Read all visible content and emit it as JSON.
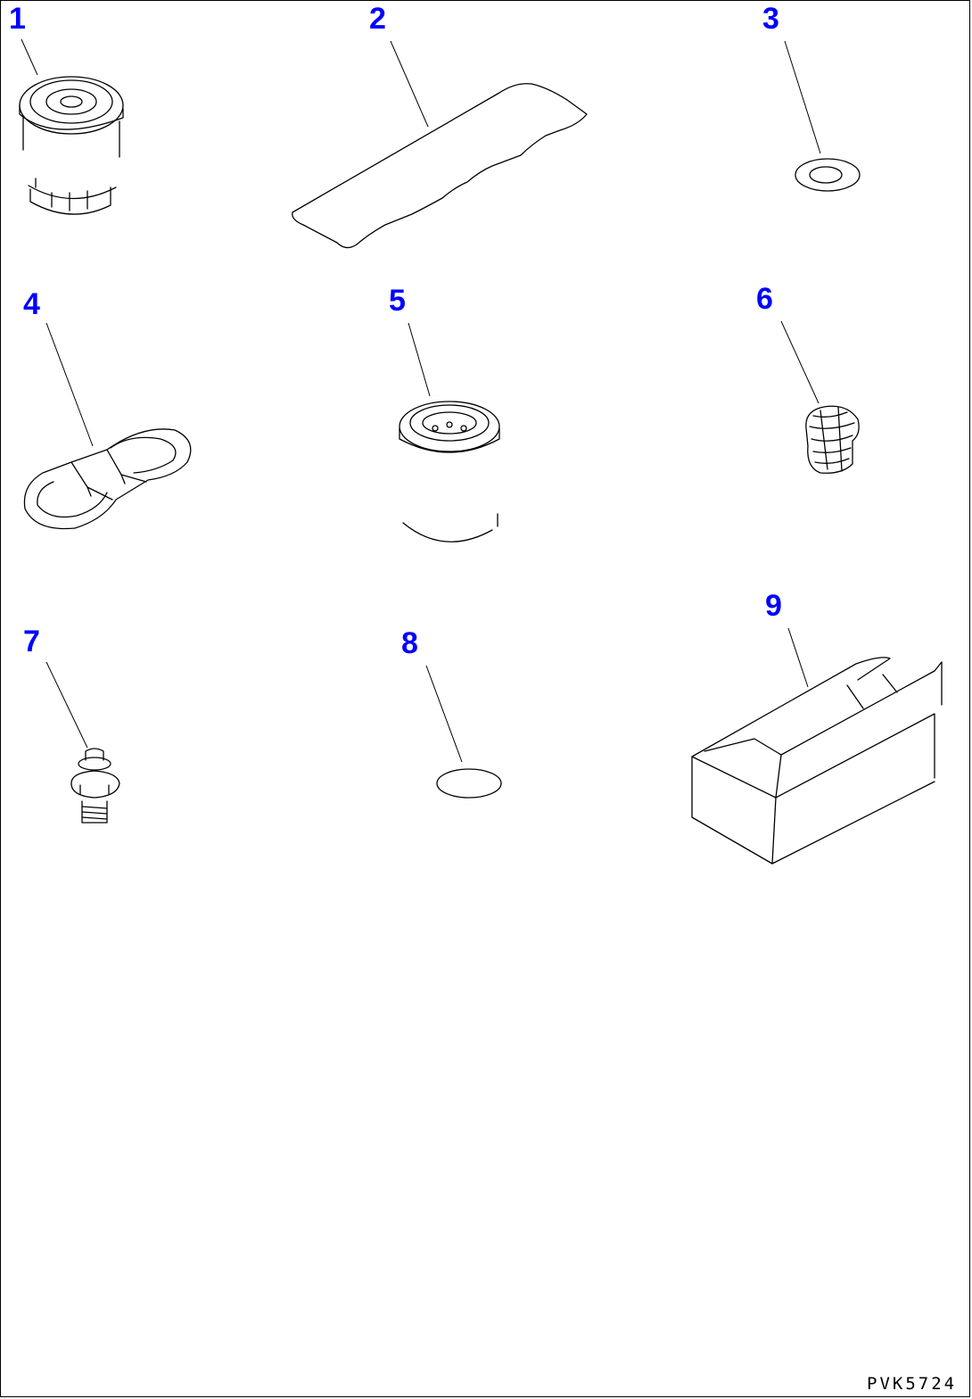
{
  "colors": {
    "callout": "#0000ff",
    "line": "#000000",
    "background": "#ffffff"
  },
  "callouts": [
    "1",
    "2",
    "3",
    "4",
    "5",
    "6",
    "7",
    "8",
    "9"
  ],
  "parts": [
    {
      "callout": "1",
      "icon": "oil-filter-icon"
    },
    {
      "callout": "2",
      "icon": "gasket-sheet-icon"
    },
    {
      "callout": "3",
      "icon": "washer-icon"
    },
    {
      "callout": "4",
      "icon": "filter-wrench-icon"
    },
    {
      "callout": "5",
      "icon": "fuel-filter-icon"
    },
    {
      "callout": "6",
      "icon": "fuel-strainer-icon"
    },
    {
      "callout": "7",
      "icon": "drain-plug-icon"
    },
    {
      "callout": "8",
      "icon": "o-ring-icon"
    },
    {
      "callout": "9",
      "icon": "parts-box-icon"
    }
  ],
  "drawing_code": "PVK5724"
}
